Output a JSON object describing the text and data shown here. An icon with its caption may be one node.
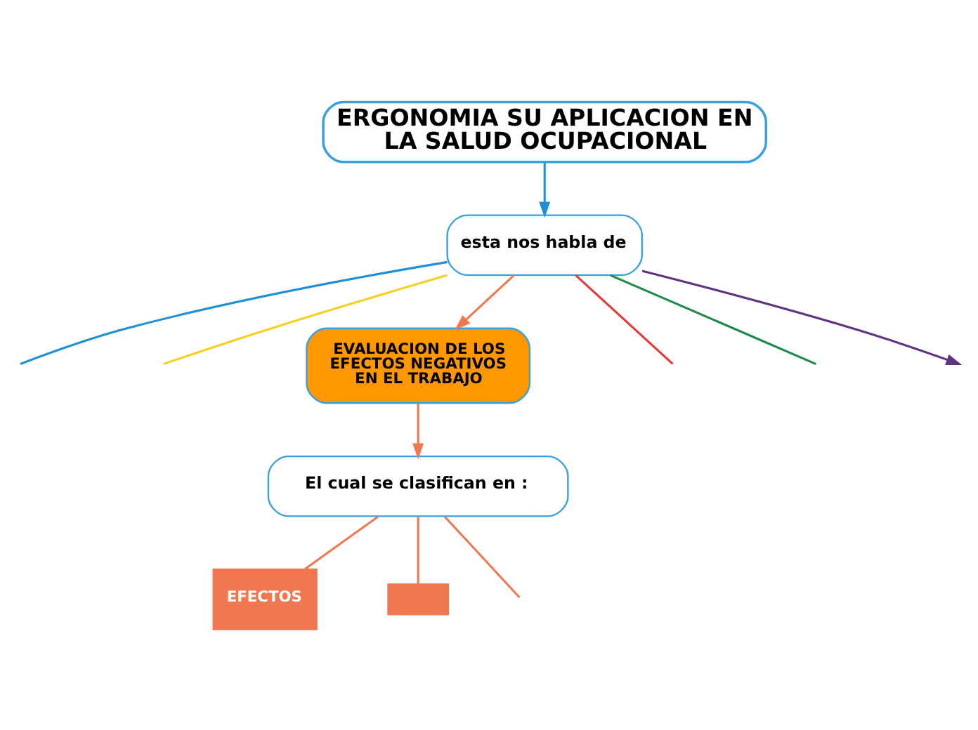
{
  "diagram": {
    "nodes": [
      {
        "text": [
          "ERGONOMIA SU APLICACION EN LA SALUD OCUPACIONAL"
        ]
      },
      {
        "text": [
          "esta nos habla de"
        ]
      },
      {
        "text": [
          "EVALUACION DE LOS EFECTOS NEGATIVOS EN EL TRABAJO"
        ]
      },
      {
        "text": [
          "El cual se clasifican en :"
        ]
      },
      {
        "text": [
          "EFECTOS"
        ]
      },
      {
        "text": [],
        "shape": "box"
      }
    ],
    "edges": [
      {
        "from": 0,
        "to": 1,
        "arrow": "to",
        "color": "#1e90d8"
      },
      {
        "from": 1,
        "to": null,
        "arrow": "none",
        "color": "#1e90d8"
      },
      {
        "from": 1,
        "to": null,
        "arrow": "to",
        "color": "#5e3380"
      },
      {
        "from": 1,
        "to": 2,
        "arrow": "to"
      },
      {
        "from": 1,
        "to": null,
        "arrow": "none",
        "color": "#f5d020"
      },
      {
        "from": 1,
        "to": null,
        "arrow": "none",
        "color": "#1e8a4a"
      },
      {
        "from": 1,
        "to": null,
        "arrow": "none",
        "color": "#e53935"
      },
      {
        "from": 2,
        "to": 3,
        "arrow": "to"
      },
      {
        "from": 3,
        "to": 4,
        "arrow": "none"
      },
      {
        "from": 3,
        "to": 5,
        "arrow": "none"
      },
      {
        "from": 3,
        "to": null,
        "arrow": "none"
      }
    ]
  }
}
